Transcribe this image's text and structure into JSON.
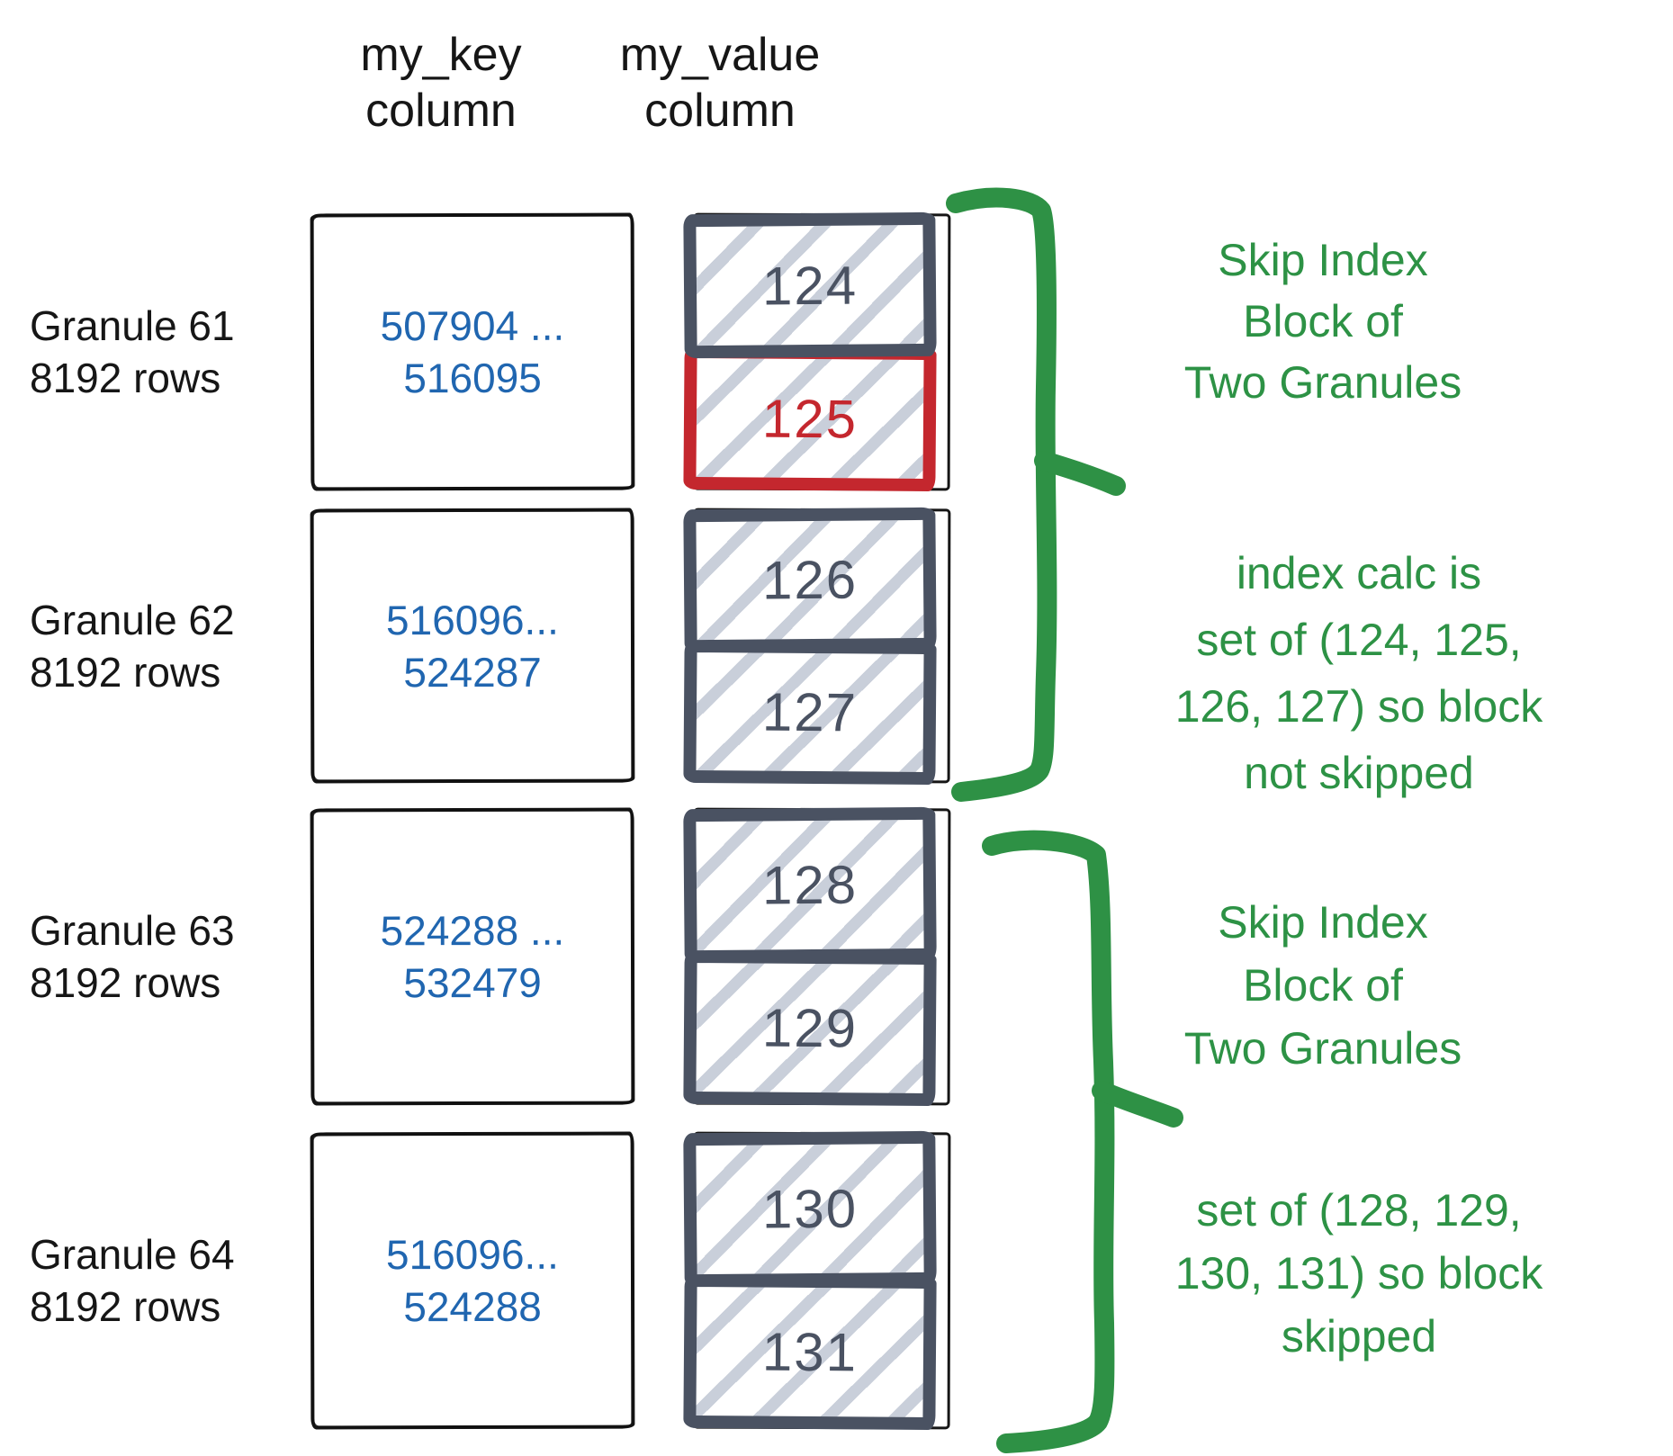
{
  "headers": {
    "key": [
      "my_key",
      "column"
    ],
    "value": [
      "my_value",
      "column"
    ]
  },
  "granules": [
    {
      "label": [
        "Granule 61",
        "8192 rows"
      ],
      "key_range": [
        "507904 ...",
        "516095"
      ],
      "cells": [
        {
          "value": "124",
          "highlighted": false
        },
        {
          "value": "125",
          "highlighted": true
        }
      ]
    },
    {
      "label": [
        "Granule 62",
        "8192 rows"
      ],
      "key_range": [
        "516096...",
        "524287"
      ],
      "cells": [
        {
          "value": "126",
          "highlighted": false
        },
        {
          "value": "127",
          "highlighted": false
        }
      ]
    },
    {
      "label": [
        "Granule 63",
        "8192 rows"
      ],
      "key_range": [
        "524288 ...",
        "532479"
      ],
      "cells": [
        {
          "value": "128",
          "highlighted": false
        },
        {
          "value": "129",
          "highlighted": false
        }
      ]
    },
    {
      "label": [
        "Granule 64",
        "8192 rows"
      ],
      "key_range": [
        "516096...",
        "524288"
      ],
      "cells": [
        {
          "value": "130",
          "highlighted": false
        },
        {
          "value": "131",
          "highlighted": false
        }
      ]
    }
  ],
  "annotations": [
    {
      "lines": [
        "Skip Index",
        "Block of",
        "Two Granules"
      ]
    },
    {
      "lines": [
        "index calc is",
        "set of (124, 125,",
        "126, 127) so block",
        "not skipped"
      ]
    },
    {
      "lines": [
        "Skip Index",
        "Block of",
        "Two Granules"
      ]
    },
    {
      "lines": [
        "set of (128, 129,",
        "130, 131) so block",
        "skipped"
      ]
    }
  ],
  "colors": {
    "annotation_green": "#2d9245",
    "bracket_green": "#2e9145",
    "highlight_red": "#c4272e",
    "value_slate": "#4a5262",
    "key_blue": "#2066b0",
    "hatch_gray": "#c9cfda",
    "outline_black": "#161616"
  }
}
